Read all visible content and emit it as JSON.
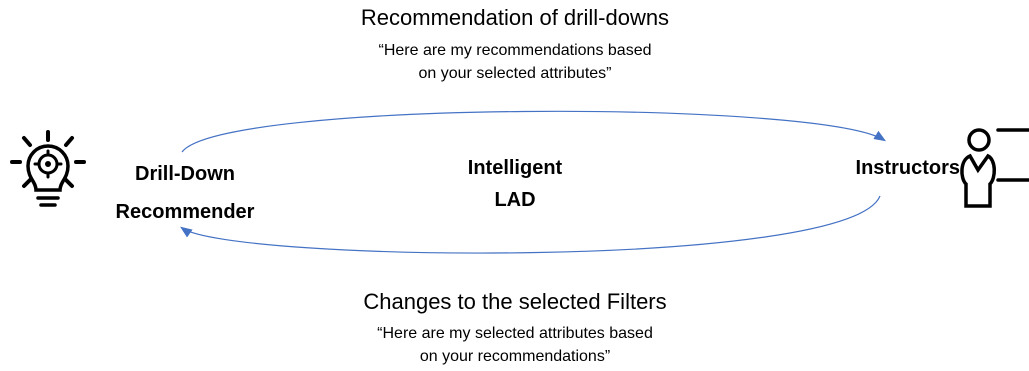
{
  "top": {
    "title": "Recommendation of drill-downs",
    "quote_line1": "“Here are my recommendations based",
    "quote_line2": "on your selected attributes”"
  },
  "bottom": {
    "title": "Changes to the selected Filters",
    "quote_line1": "“Here are my selected attributes based",
    "quote_line2": "on your recommendations”"
  },
  "left_node": {
    "line1": "Drill-Down",
    "line2": "Recommender",
    "icon": "lightbulb-gear-icon"
  },
  "center_node": {
    "line1": "Intelligent",
    "line2": "LAD"
  },
  "right_node": {
    "label": "Instructors",
    "icon": "instructor-presenter-icon"
  },
  "colors": {
    "arrow": "#4472C4",
    "icon": "#000000"
  }
}
